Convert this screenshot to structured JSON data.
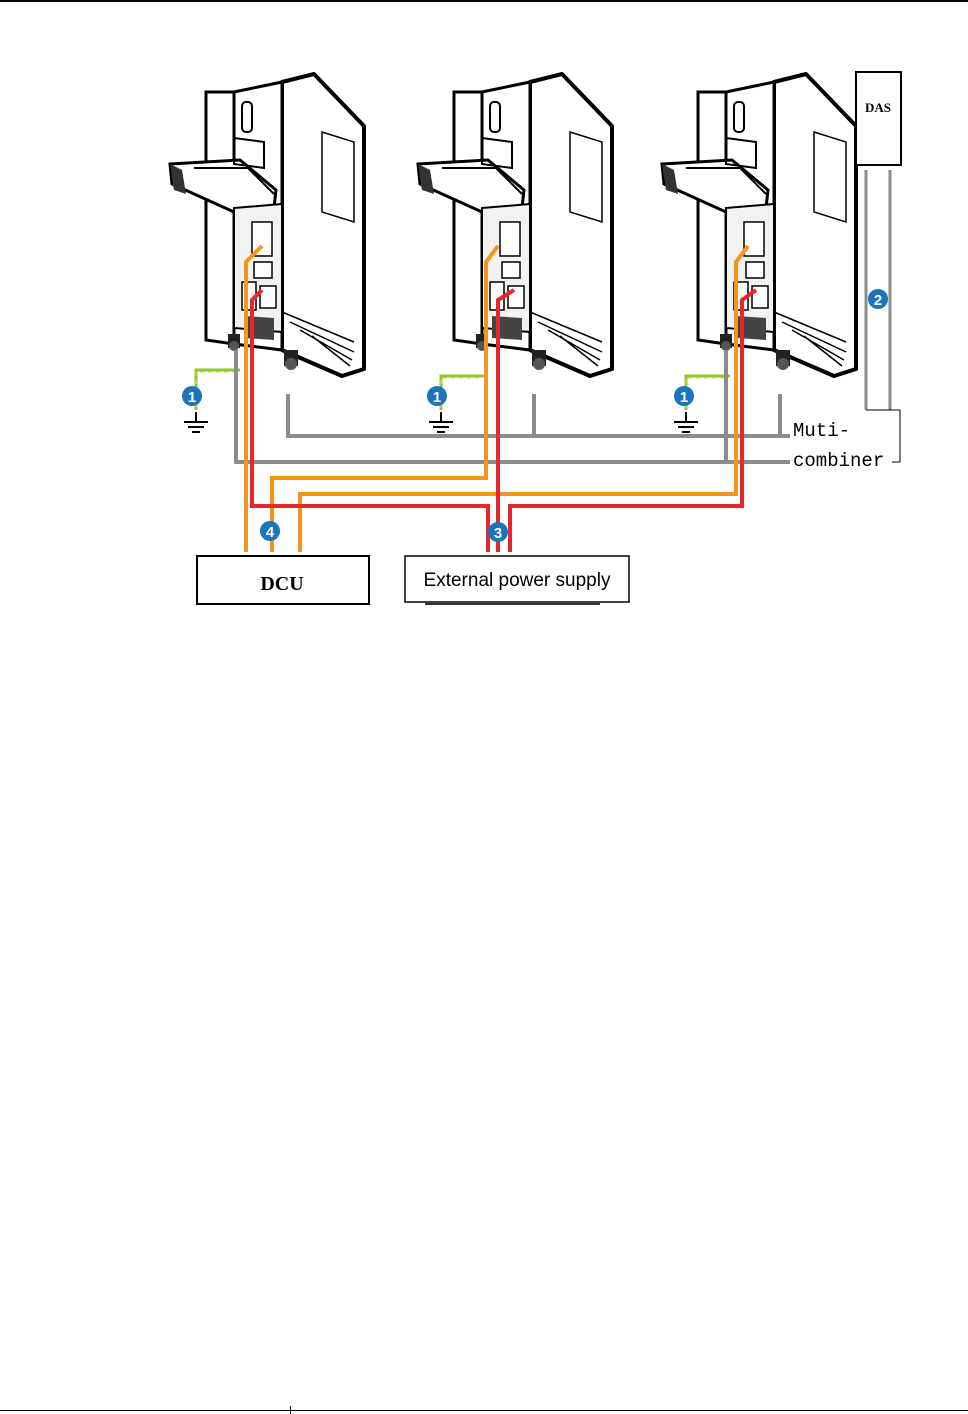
{
  "diagram": {
    "boxes": {
      "das": "DAS",
      "dcu": "DCU",
      "power_supply": "External power supply",
      "combiner_line1": "Muti-",
      "combiner_line2": "combiner"
    },
    "callouts": {
      "ground_1a": "1",
      "ground_1b": "1",
      "ground_1c": "1",
      "das_cable": "2",
      "power_cable": "3",
      "dcu_cable": "4"
    },
    "colors": {
      "power_cable": "#e8272d",
      "signal_cable": "#f7941d",
      "rf_cable": "#8c8c8c",
      "ground_cable": "#8cc63f",
      "callout": "#1b75bb"
    }
  }
}
